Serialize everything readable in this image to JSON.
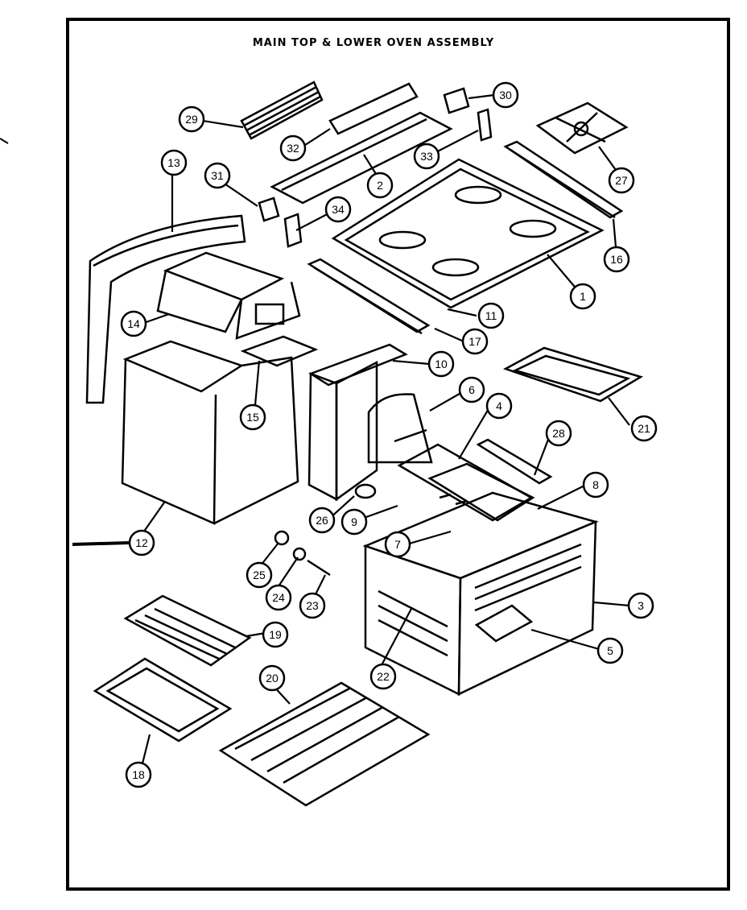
{
  "title": "MAIN TOP & LOWER OVEN ASSEMBLY",
  "callouts": [
    {
      "label": "1"
    },
    {
      "label": "2"
    },
    {
      "label": "3"
    },
    {
      "label": "4"
    },
    {
      "label": "5"
    },
    {
      "label": "6"
    },
    {
      "label": "7"
    },
    {
      "label": "8"
    },
    {
      "label": "9"
    },
    {
      "label": "10"
    },
    {
      "label": "11"
    },
    {
      "label": "12"
    },
    {
      "label": "13"
    },
    {
      "label": "14"
    },
    {
      "label": "15"
    },
    {
      "label": "16"
    },
    {
      "label": "17"
    },
    {
      "label": "18"
    },
    {
      "label": "19"
    },
    {
      "label": "20"
    },
    {
      "label": "21"
    },
    {
      "label": "22"
    },
    {
      "label": "23"
    },
    {
      "label": "24"
    },
    {
      "label": "25"
    },
    {
      "label": "26"
    },
    {
      "label": "27"
    },
    {
      "label": "28"
    },
    {
      "label": "29"
    },
    {
      "label": "30"
    },
    {
      "label": "31"
    },
    {
      "label": "32"
    },
    {
      "label": "33"
    },
    {
      "label": "34"
    }
  ],
  "colors": {
    "ink": "#000000",
    "paper": "#ffffff"
  }
}
